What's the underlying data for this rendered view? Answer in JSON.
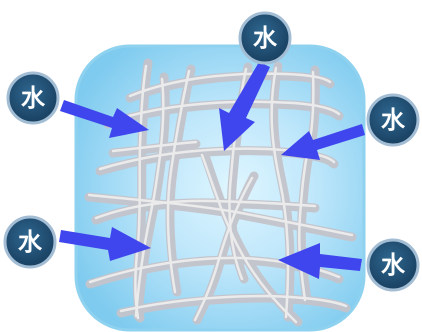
{
  "diagram": {
    "labels": {
      "top_center": "水",
      "upper_left": "水",
      "upper_right": "水",
      "lower_left": "水",
      "lower_right": "水"
    },
    "colors": {
      "block_edge": "#8ed4f2",
      "block_core": "#cfeefc",
      "fiber": "#c7c7cf",
      "fiber_highlight": "#eeeeee",
      "arrow": "#3f46ee",
      "badge_fill": "#1f4f74",
      "badge_ring": "#9fb9d1",
      "badge_text": "#ffffff"
    }
  }
}
